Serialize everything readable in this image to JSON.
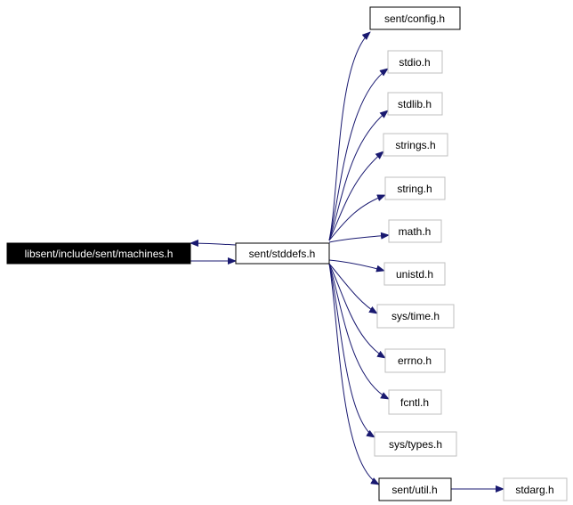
{
  "graph": {
    "root": {
      "id": "machines",
      "label": "libsent/include/sent/machines.h",
      "fill": "#000000",
      "text_color": "#ffffff",
      "border": "#000000"
    },
    "nodes": [
      {
        "id": "stddefs",
        "label": "sent/stddefs.h",
        "border": "#000000",
        "documented": true
      },
      {
        "id": "config",
        "label": "sent/config.h",
        "border": "#000000",
        "documented": true
      },
      {
        "id": "stdio",
        "label": "stdio.h",
        "border": "#bfbfbf",
        "documented": false
      },
      {
        "id": "stdlib",
        "label": "stdlib.h",
        "border": "#bfbfbf",
        "documented": false
      },
      {
        "id": "strings",
        "label": "strings.h",
        "border": "#bfbfbf",
        "documented": false
      },
      {
        "id": "string",
        "label": "string.h",
        "border": "#bfbfbf",
        "documented": false
      },
      {
        "id": "math",
        "label": "math.h",
        "border": "#bfbfbf",
        "documented": false
      },
      {
        "id": "unistd",
        "label": "unistd.h",
        "border": "#bfbfbf",
        "documented": false
      },
      {
        "id": "systime",
        "label": "sys/time.h",
        "border": "#bfbfbf",
        "documented": false
      },
      {
        "id": "errno",
        "label": "errno.h",
        "border": "#bfbfbf",
        "documented": false
      },
      {
        "id": "fcntl",
        "label": "fcntl.h",
        "border": "#bfbfbf",
        "documented": false
      },
      {
        "id": "systypes",
        "label": "sys/types.h",
        "border": "#bfbfbf",
        "documented": false
      },
      {
        "id": "util",
        "label": "sent/util.h",
        "border": "#000000",
        "documented": true
      },
      {
        "id": "stdarg",
        "label": "stdarg.h",
        "border": "#bfbfbf",
        "documented": false
      }
    ],
    "edges": [
      {
        "from": "machines",
        "to": "stddefs"
      },
      {
        "from": "stddefs",
        "to": "machines"
      },
      {
        "from": "stddefs",
        "to": "config"
      },
      {
        "from": "stddefs",
        "to": "stdio"
      },
      {
        "from": "stddefs",
        "to": "stdlib"
      },
      {
        "from": "stddefs",
        "to": "strings"
      },
      {
        "from": "stddefs",
        "to": "string"
      },
      {
        "from": "stddefs",
        "to": "math"
      },
      {
        "from": "stddefs",
        "to": "unistd"
      },
      {
        "from": "stddefs",
        "to": "systime"
      },
      {
        "from": "stddefs",
        "to": "errno"
      },
      {
        "from": "stddefs",
        "to": "fcntl"
      },
      {
        "from": "stddefs",
        "to": "systypes"
      },
      {
        "from": "stddefs",
        "to": "util"
      },
      {
        "from": "util",
        "to": "stdarg"
      }
    ],
    "edge_color": "#191970",
    "background": "#ffffff"
  }
}
